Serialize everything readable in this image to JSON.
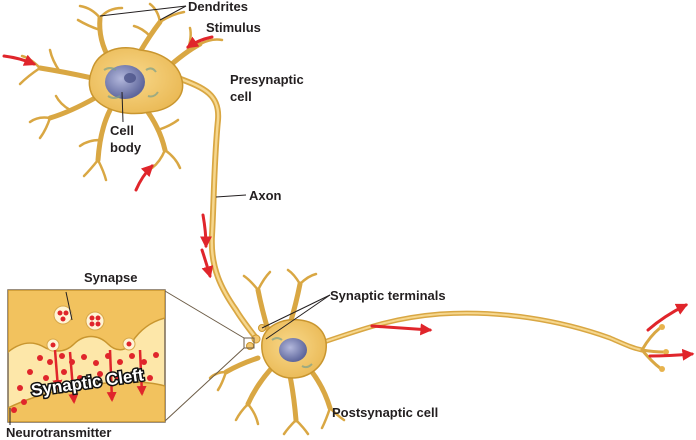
{
  "labels": {
    "dendrites": "Dendrites",
    "stimulus": "Stimulus",
    "presynaptic_line1": "Presynaptic",
    "presynaptic_line2": "cell",
    "cell_body_line1": "Cell",
    "cell_body_line2": "body",
    "axon": "Axon",
    "synapse": "Synapse",
    "synaptic_terminals": "Synaptic terminals",
    "synaptic_cleft": "Synaptic Cleft",
    "postsynaptic_cell": "Postsynaptic cell",
    "neurotransmitter": "Neurotransmitter"
  },
  "colors": {
    "neuron_fill": "#f3c770",
    "neuron_stroke": "#c9962f",
    "nucleus": "#7d85b8",
    "arrow": "#e0252b",
    "vesicle": "#e0252b",
    "inset_border": "#7a6a55"
  }
}
